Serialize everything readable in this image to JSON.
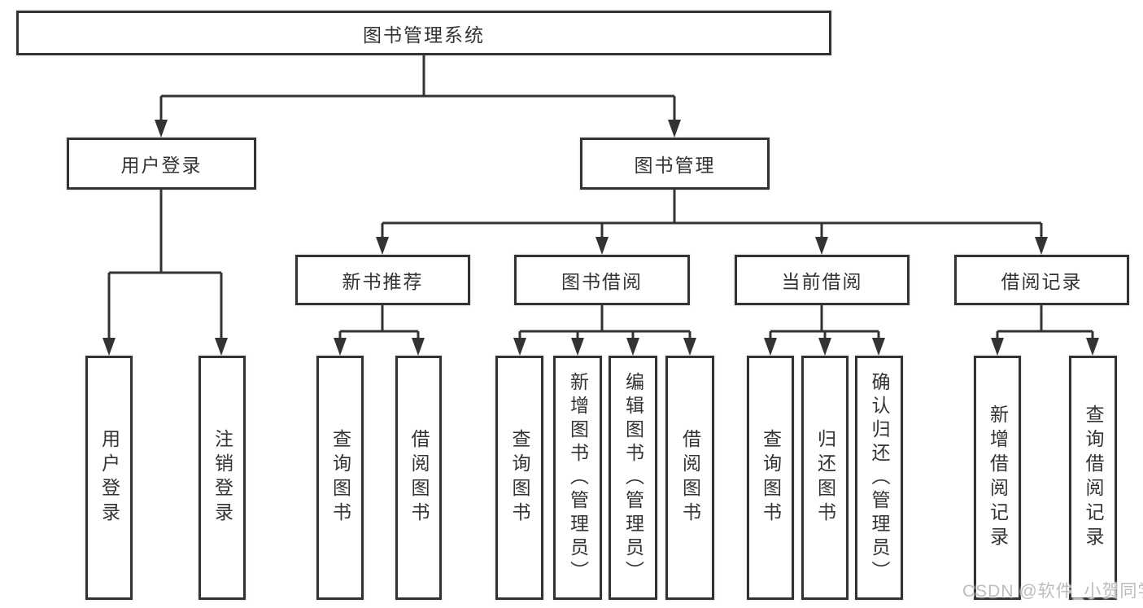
{
  "diagram": {
    "root": {
      "label": "图书管理系统"
    },
    "level2": [
      {
        "label": "用户登录"
      },
      {
        "label": "图书管理"
      }
    ],
    "level3": [
      {
        "label": "新书推荐"
      },
      {
        "label": "图书借阅"
      },
      {
        "label": "当前借阅"
      },
      {
        "label": "借阅记录"
      }
    ],
    "leaves": {
      "user_login": [
        "用户登录",
        "注销登录"
      ],
      "new_book": [
        "查询图书",
        "借阅图书"
      ],
      "book_borrow": [
        "查询图书",
        "新增图书（管理员）",
        "编辑图书（管理员）",
        "借阅图书"
      ],
      "current_borrow": [
        "查询图书",
        "归还图书",
        "确认归还（管理员）"
      ],
      "borrow_record": [
        "新增借阅记录",
        "查询借阅记录"
      ]
    }
  },
  "watermark": {
    "text": "CSDN @软件_小贺同学"
  },
  "colors": {
    "line": "#333333",
    "text": "#333333",
    "box_background": "#ffffff",
    "page_background": "#ffffff",
    "watermark": "#b9b9b9"
  }
}
